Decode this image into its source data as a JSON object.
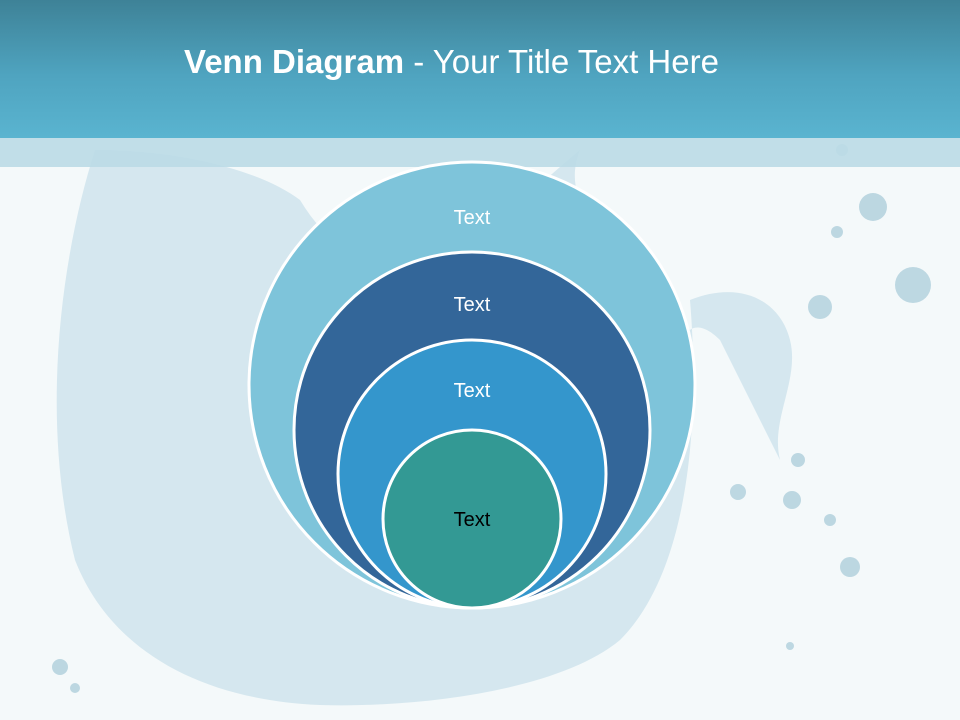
{
  "title": {
    "bold": "Venn Diagram",
    "rest": " - Your Title Text Here"
  },
  "diagram": {
    "type": "stacked-venn",
    "rings": [
      {
        "label": "Text",
        "fill": "#7ec4da",
        "text_color": "#ffffff"
      },
      {
        "label": "Text",
        "fill": "#336699",
        "text_color": "#ffffff"
      },
      {
        "label": "Text",
        "fill": "#3496cc",
        "text_color": "#ffffff"
      },
      {
        "label": "Text",
        "fill": "#339994",
        "text_color": "#000000"
      }
    ]
  },
  "colors": {
    "header": "#4fa4c0",
    "band": "#bcdbe6",
    "background": "#f4f9fa"
  }
}
